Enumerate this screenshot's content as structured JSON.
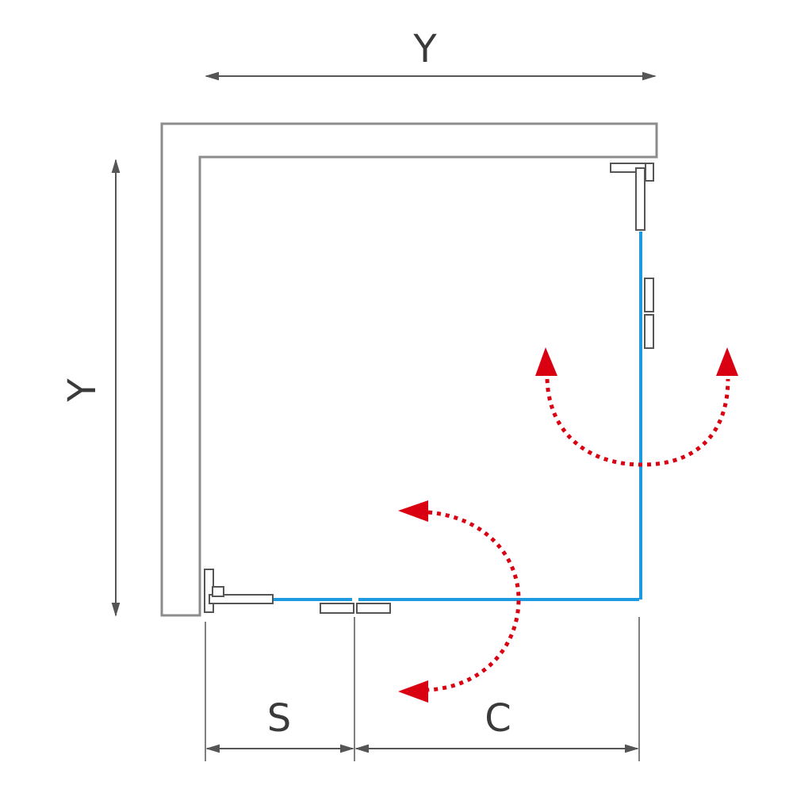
{
  "diagram": {
    "labels": {
      "top_width": "Y",
      "left_depth": "Y",
      "bottom_fixed": "S",
      "bottom_door": "C"
    },
    "colors": {
      "wall": "#8c8c8c",
      "glass": "#1e9be0",
      "swing_arrow": "#d90012",
      "dimension": "#555555",
      "hardware": "#555555"
    }
  }
}
